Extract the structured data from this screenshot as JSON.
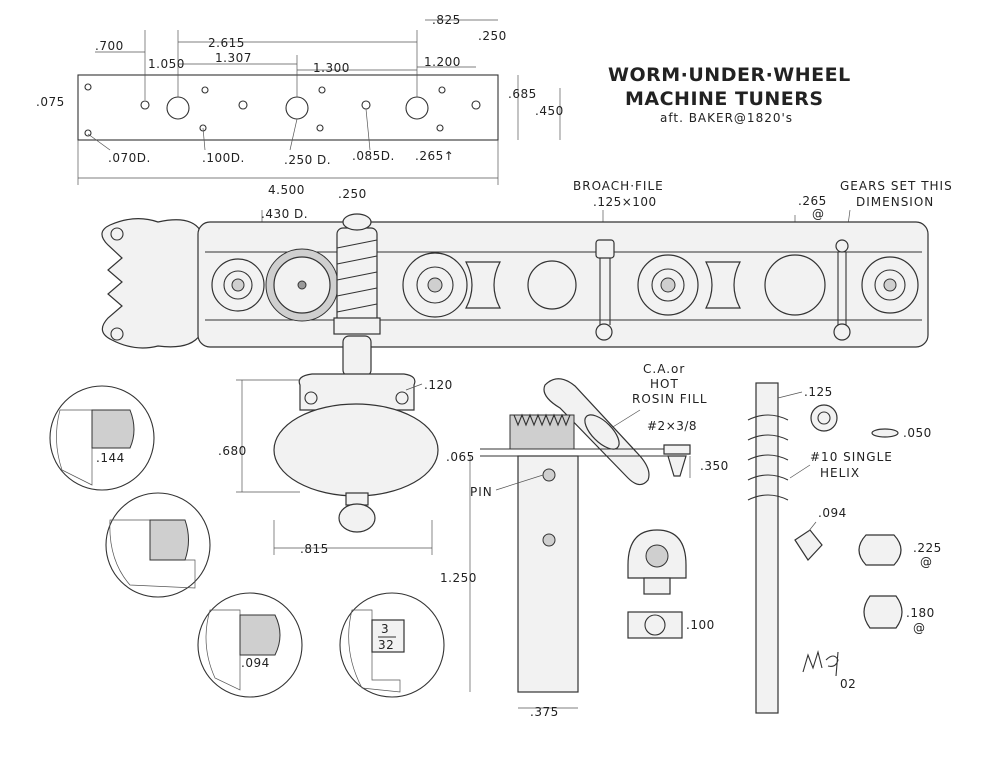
{
  "title": {
    "line1": "WORM·UNDER·WHEEL",
    "line2": "MACHINE TUNERS",
    "line3": "aft. BAKER@1820's"
  },
  "top_dims": {
    "d825": ".825",
    "d250a": ".250",
    "d700": ".700",
    "d2615": "2.615",
    "d1050": "1.050",
    "d1307": "1.307",
    "d1300": "1.300",
    "d1200": "1.200",
    "d075": ".075",
    "d685": ".685",
    "d450": ".450",
    "d070": ".070D.",
    "d100": ".100D.",
    "d250d": ".250 D.",
    "d085": ".085D.",
    "d265": ".265↑",
    "d4500": "4.500"
  },
  "plate_labels": {
    "d430": ".430 D.",
    "d250b": ".250",
    "broach": "BROACH·FILE",
    "broach_size": ".125×100",
    "d265b": ".265",
    "at1": "@",
    "gears1": "GEARS SET THIS",
    "gears2": "DIMENSION"
  },
  "button": {
    "d120": ".120",
    "d680": ".680",
    "d815": ".815"
  },
  "detail_circles": {
    "c1": ".144",
    "c3": ".094",
    "c4_num": "3",
    "c4_den": "32"
  },
  "post": {
    "ca1": "C.A.or",
    "ca2": "HOT",
    "ca3": "ROSIN FILL",
    "screw": "#2×3/8",
    "d065": ".065",
    "pin": "PIN",
    "d350": ".350",
    "d1250": "1.250",
    "d375": ".375",
    "d100b": ".100"
  },
  "worm": {
    "d125": ".125",
    "single1": "#10 SINGLE",
    "single2": "HELIX",
    "d050": ".050",
    "d094": ".094",
    "d225": ".225",
    "at2": "@",
    "d180": ".180",
    "at3": "@"
  },
  "signature": {
    "year": "02"
  }
}
